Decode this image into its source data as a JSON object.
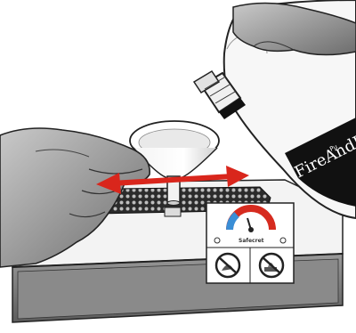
{
  "bottle": {
    "brand": "FireAndI",
    "sub": "Pu"
  },
  "label": {
    "brand": "Safecret"
  },
  "colors": {
    "arrow": "#d9261c",
    "gauge_red": "#d62b1f",
    "gauge_blue": "#3a8ed6"
  },
  "icons": [
    "hand-holding-funnel",
    "funnel",
    "fuel-bottle",
    "burner-box",
    "heat-gauge-icon",
    "no-refuel-while-lit-icon",
    "no-fire-icon",
    "double-arrow"
  ]
}
